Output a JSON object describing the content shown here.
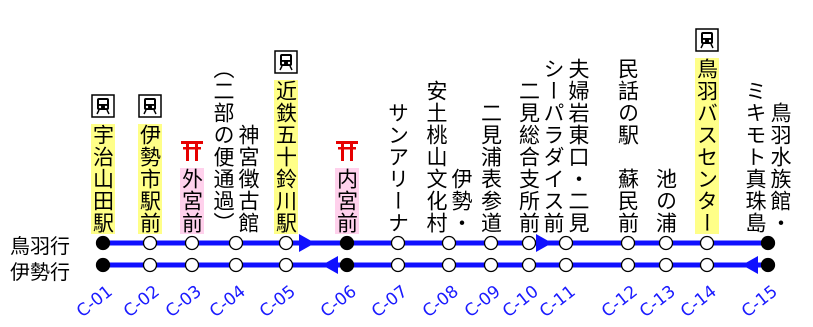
{
  "directions": [
    "鳥羽行",
    "伊勢行"
  ],
  "colors": {
    "line": "#1010ff",
    "station_major": "#000000",
    "station_minor": "#ffffff",
    "highlight_yellow": "#ffff88",
    "highlight_pink": "#ffd1ec",
    "torii": "#e60000",
    "code": "#1a1aff"
  },
  "stations": [
    {
      "code": "C-01",
      "name": "宇治山田駅",
      "major": true,
      "icon": "train-icon",
      "hl": "yellow"
    },
    {
      "code": "C-02",
      "name": "伊勢市駅前",
      "major": false,
      "icon": "train-icon",
      "hl": "yellow"
    },
    {
      "code": "C-03",
      "name": "外宮前",
      "major": false,
      "icon": "torii-icon",
      "hl": "pink"
    },
    {
      "code": "C-04",
      "name": "神宮徴古館\n（二部の便通過）",
      "major": false,
      "icon": "",
      "hl": ""
    },
    {
      "code": "C-05",
      "name": "近鉄五十鈴川駅",
      "major": false,
      "icon": "train-icon",
      "hl": "yellow"
    },
    {
      "code": "C-06",
      "name": "内宮前",
      "major": true,
      "icon": "torii-icon",
      "hl": "pink"
    },
    {
      "code": "C-07",
      "name": "サンアリーナ",
      "major": false,
      "icon": "",
      "hl": ""
    },
    {
      "code": "C-08",
      "name": "伊勢・\n安土桃山文化村",
      "major": false,
      "icon": "",
      "hl": ""
    },
    {
      "code": "C-09",
      "name": "二見浦表参道",
      "major": false,
      "icon": "",
      "hl": ""
    },
    {
      "code": "C-10",
      "name": "二見総合支所前",
      "major": false,
      "icon": "",
      "hl": ""
    },
    {
      "code": "C-11",
      "name": "夫婦岩東口・二見\nシーパラダイス前",
      "major": false,
      "icon": "",
      "hl": ""
    },
    {
      "code": "C-12",
      "name": "民話の駅　蘇民前",
      "major": false,
      "icon": "",
      "hl": ""
    },
    {
      "code": "C-13",
      "name": "池の浦",
      "major": false,
      "icon": "",
      "hl": ""
    },
    {
      "code": "C-14",
      "name": "鳥羽バスセンター",
      "major": false,
      "icon": "train-icon",
      "hl": "yellow"
    },
    {
      "code": "C-15",
      "name": "鳥羽水族館・\nミキモト真珠島",
      "major": true,
      "icon": "",
      "hl": ""
    }
  ]
}
